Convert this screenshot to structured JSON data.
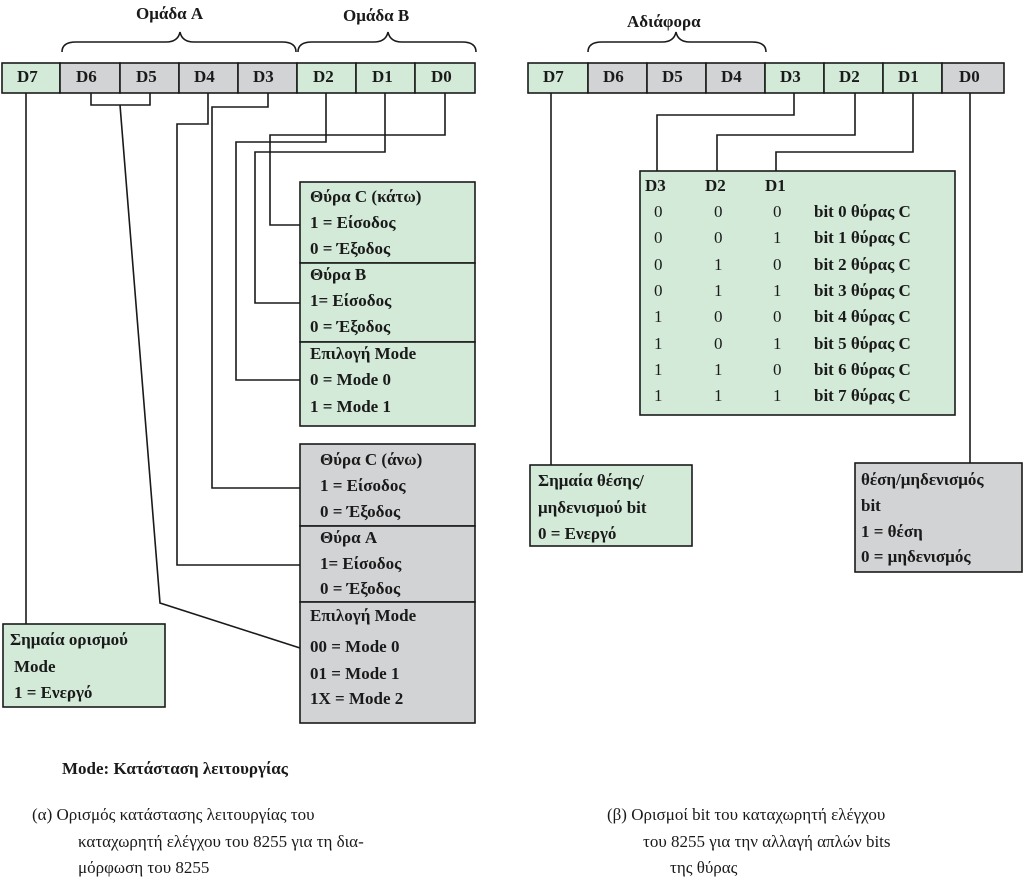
{
  "colors": {
    "green": "#d3ead8",
    "gray": "#d2d3d5",
    "line": "#1a1a1a"
  },
  "left": {
    "group_a_label": "Ομάδα A",
    "group_b_label": "Ομάδα B",
    "bits": [
      "D7",
      "D6",
      "D5",
      "D4",
      "D3",
      "D2",
      "D1",
      "D0"
    ],
    "port_c_lower": {
      "title": "Θύρα C (κάτω)",
      "line1": "1 = Είσοδος",
      "line2": "0 = Έξοδος"
    },
    "port_b": {
      "title": "Θύρα B",
      "line1": "1= Είσοδος",
      "line2": "0 = Έξοδος"
    },
    "mode_select_b": {
      "title": "Επιλογή Mode",
      "line1": "0 = Mode 0",
      "line2": "1 = Mode 1"
    },
    "port_c_upper": {
      "title": "Θύρα C (άνω)",
      "line1": "1 = Είσοδος",
      "line2": "0 = Έξοδος"
    },
    "port_a": {
      "title": "Θύρα A",
      "line1": "1= Είσοδος",
      "line2": "0 = Έξοδος"
    },
    "mode_select_a": {
      "title": "Επιλογή Mode",
      "line1": "00 = Mode 0",
      "line2": "01 = Mode 1",
      "line3": "1X = Mode 2"
    },
    "mode_flag": {
      "line1": "Σημαία ορισμού",
      "line2": "Mode",
      "line3": "1 = Ενεργό"
    },
    "mode_note": "Mode: Κατάσταση λειτουργίας",
    "caption": {
      "line1": "(α) Ορισμός κατάστασης λειτουργίας του",
      "line2": "καταχωρητή ελέγχου του 8255 για τη δια-",
      "line3": "μόρφωση του 8255"
    }
  },
  "right": {
    "dont_care_label": "Αδιάφορα",
    "bits": [
      "D7",
      "D6",
      "D5",
      "D4",
      "D3",
      "D2",
      "D1",
      "D0"
    ],
    "table_headers": [
      "D3",
      "D2",
      "D1"
    ],
    "table_rows": [
      [
        "0",
        "0",
        "0",
        "bit 0 θύρας C"
      ],
      [
        "0",
        "0",
        "1",
        "bit 1 θύρας C"
      ],
      [
        "0",
        "1",
        "0",
        "bit 2 θύρας C"
      ],
      [
        "0",
        "1",
        "1",
        "bit 3 θύρας C"
      ],
      [
        "1",
        "0",
        "0",
        "bit 4 θύρας C"
      ],
      [
        "1",
        "0",
        "1",
        "bit 5 θύρας C"
      ],
      [
        "1",
        "1",
        "0",
        "bit 6 θύρας C"
      ],
      [
        "1",
        "1",
        "1",
        "bit 7 θύρας C"
      ]
    ],
    "set_reset_flag": {
      "line1": "Σημαία θέσης/",
      "line2": "μηδενισμού bit",
      "line3": "0 = Ενεργό"
    },
    "bit_set_reset": {
      "line1": "θέση/μηδενισμός",
      "line2": "bit",
      "line3": "1 = θέση",
      "line4": "0 = μηδενισμός"
    },
    "caption": {
      "line1": "(β) Ορισμοί bit του καταχωρητή ελέγχου",
      "line2": "του 8255 για την αλλαγή απλών bits",
      "line3": "της θύρας"
    }
  }
}
